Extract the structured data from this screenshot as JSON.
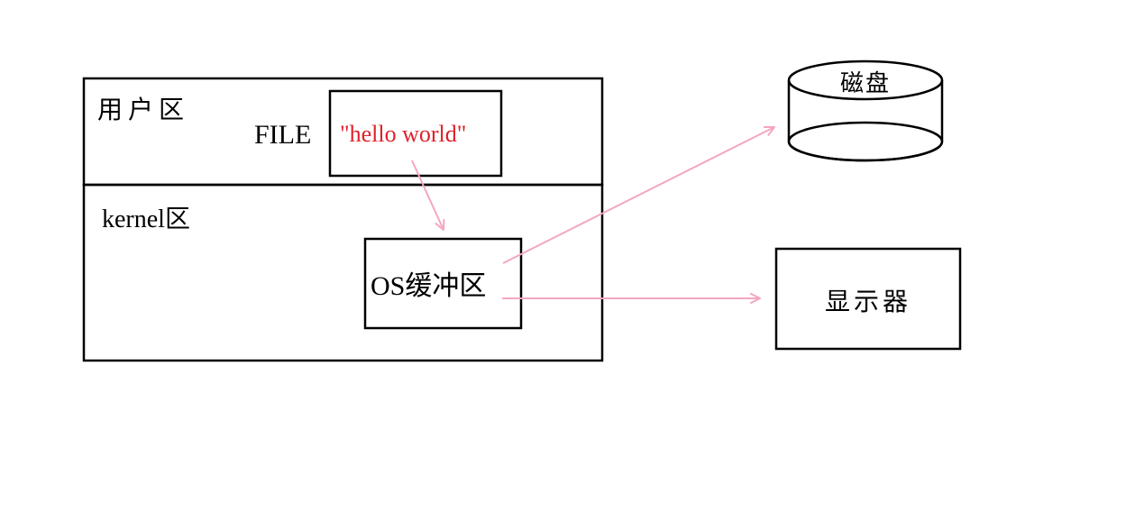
{
  "user_zone": {
    "label": "用户区"
  },
  "file": {
    "label": "FILE",
    "content": "\"hello world\"",
    "content_color": "#e0202a"
  },
  "kernel_zone": {
    "label": "kernel区"
  },
  "os_buffer": {
    "label": "OS缓冲区"
  },
  "disk": {
    "label": "磁盘"
  },
  "monitor": {
    "label": "显示器"
  },
  "colors": {
    "arrow": "#f4a6c2",
    "stroke": "#000000"
  }
}
